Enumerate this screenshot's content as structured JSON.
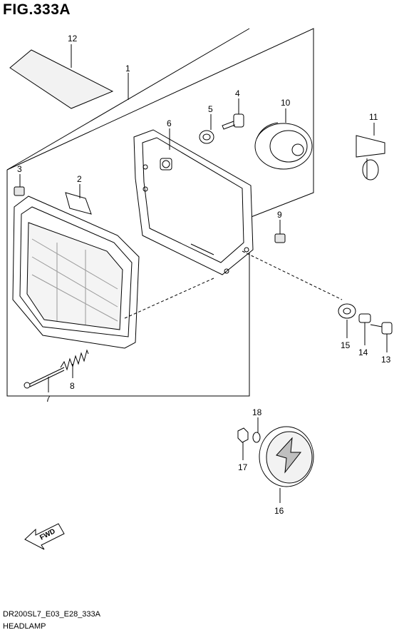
{
  "figure": {
    "title": "FIG.333A",
    "code": "DR200SL7_E03_E28_333A",
    "name": "HEADLAMP"
  },
  "fwd_label": "FWD",
  "callouts": [
    {
      "id": "c1",
      "number": "1"
    },
    {
      "id": "c2",
      "number": "2"
    },
    {
      "id": "c3",
      "number": "3"
    },
    {
      "id": "c4",
      "number": "4"
    },
    {
      "id": "c5",
      "number": "5"
    },
    {
      "id": "c6",
      "number": "6"
    },
    {
      "id": "c7",
      "number": "7"
    },
    {
      "id": "c8",
      "number": "8"
    },
    {
      "id": "c9",
      "number": "9"
    },
    {
      "id": "c10",
      "number": "10"
    },
    {
      "id": "c11",
      "number": "11"
    },
    {
      "id": "c12",
      "number": "12"
    },
    {
      "id": "c13",
      "number": "13"
    },
    {
      "id": "c14",
      "number": "14"
    },
    {
      "id": "c15",
      "number": "15"
    },
    {
      "id": "c16",
      "number": "16"
    },
    {
      "id": "c17",
      "number": "17"
    },
    {
      "id": "c18",
      "number": "18"
    }
  ],
  "colors": {
    "line": "#000000",
    "background": "#ffffff",
    "shade": "#d9d9d9"
  }
}
